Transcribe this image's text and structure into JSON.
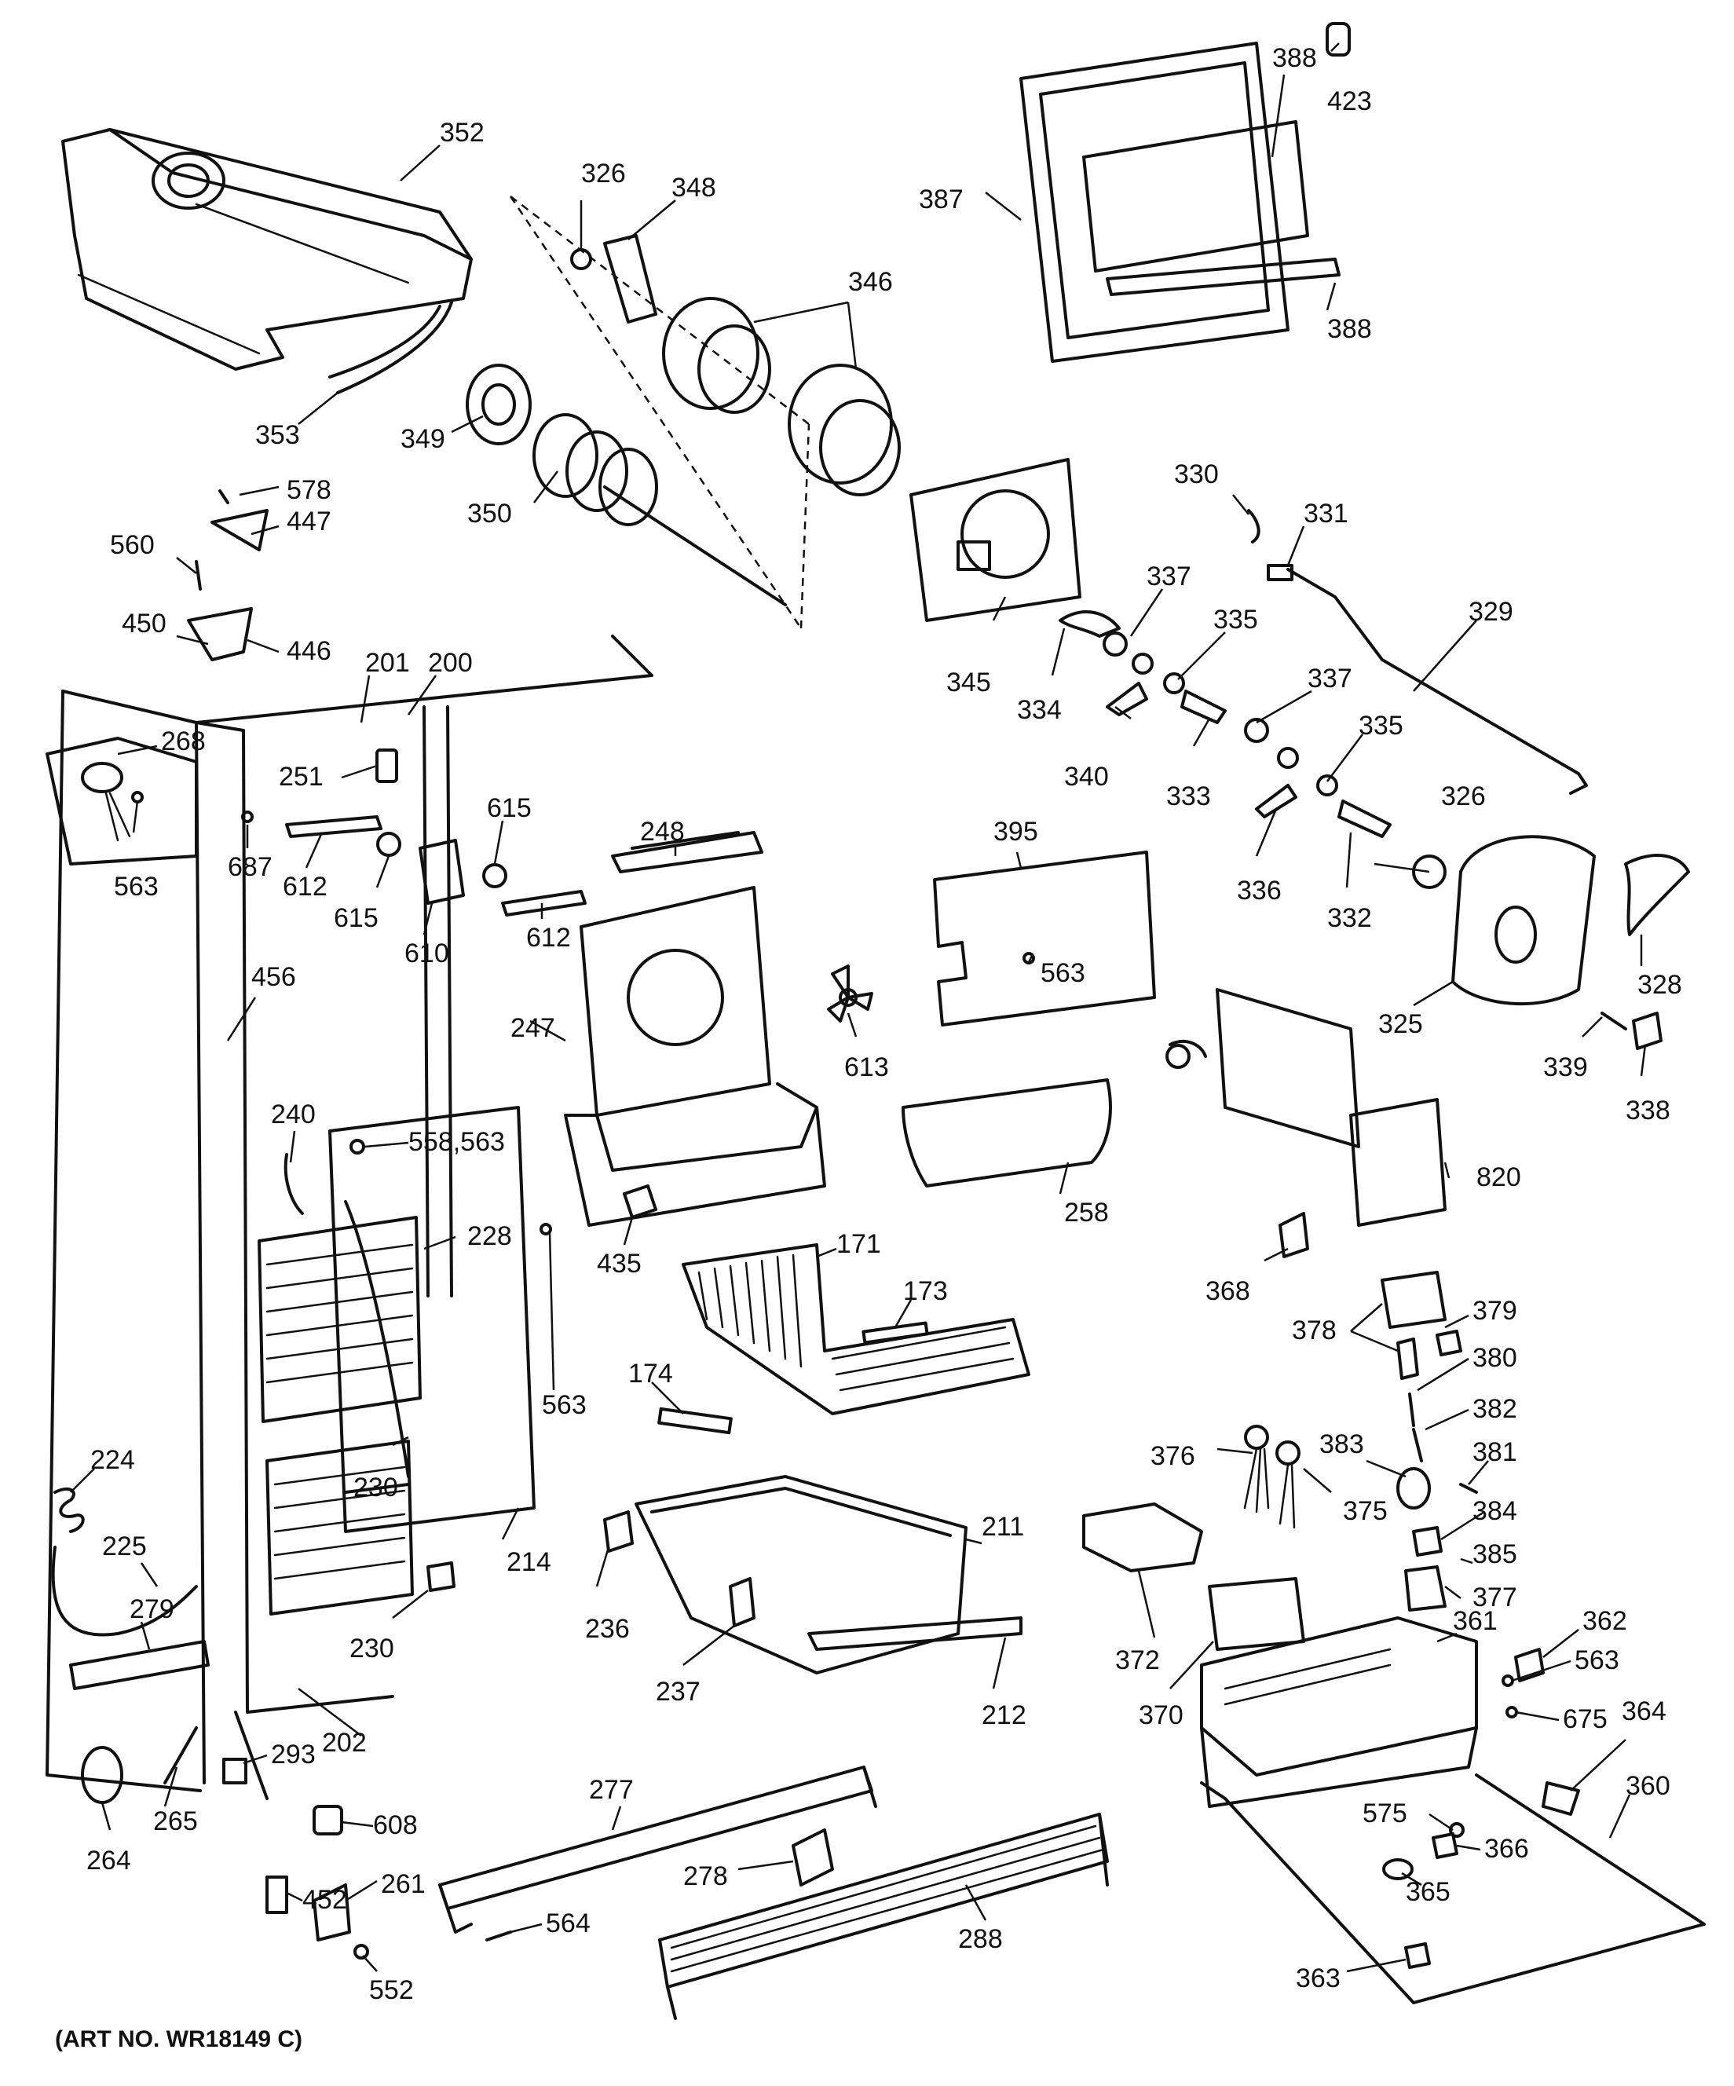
{
  "art_number": "(ART NO. WR18149 C)",
  "callouts": [
    "352",
    "326",
    "348",
    "346",
    "387",
    "388",
    "423",
    "388",
    "353",
    "349",
    "350",
    "578",
    "447",
    "560",
    "450",
    "446",
    "330",
    "331",
    "345",
    "337",
    "329",
    "334",
    "335",
    "340",
    "333",
    "337",
    "335",
    "201",
    "200",
    "268",
    "251",
    "615",
    "248",
    "563",
    "687",
    "612",
    "615",
    "612",
    "610",
    "336",
    "332",
    "326",
    "395",
    "563",
    "325",
    "328",
    "456",
    "247",
    "613",
    "339",
    "338",
    "240",
    "558,563",
    "228",
    "435",
    "258",
    "820",
    "171",
    "173",
    "368",
    "378",
    "379",
    "380",
    "174",
    "563",
    "382",
    "376",
    "383",
    "381",
    "375",
    "384",
    "224",
    "230",
    "211",
    "385",
    "377",
    "225",
    "214",
    "236",
    "372",
    "361",
    "362",
    "279",
    "230",
    "563",
    "237",
    "212",
    "370",
    "675",
    "364",
    "202",
    "293",
    "265",
    "277",
    "360",
    "264",
    "608",
    "575",
    "366",
    "452",
    "261",
    "278",
    "564",
    "365",
    "288",
    "552",
    "363"
  ]
}
